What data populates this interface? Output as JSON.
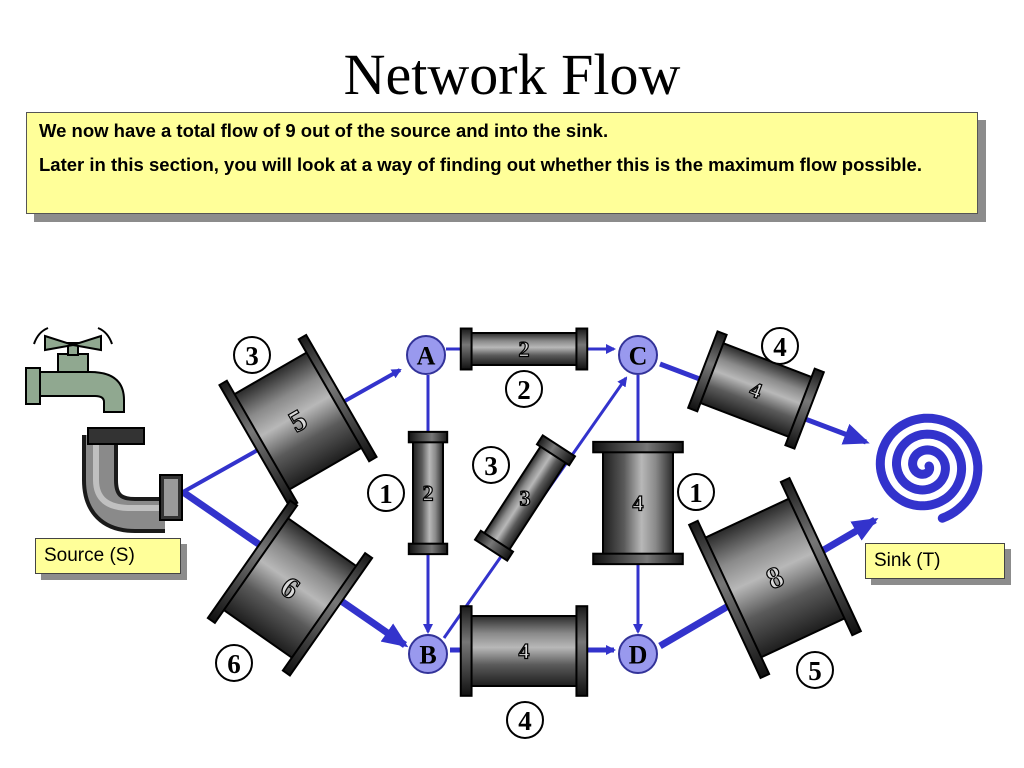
{
  "title": "Network Flow",
  "note": {
    "line1": "We now have a total flow of 9 out of the source and into the sink.",
    "line2": "Later in this section, you will look at a way of finding out whether this is the maximum flow possible."
  },
  "labels": {
    "source": "Source (S)",
    "sink": "Sink (T)"
  },
  "icons": {
    "source": "tap-icon",
    "sink": "spiral-drain-icon"
  },
  "colors": {
    "arrow": "#3333cc",
    "node_fill": "#9999ee",
    "note_bg": "#ffff99",
    "pipe": "#555555"
  },
  "nodes": [
    {
      "id": "A",
      "label": "A"
    },
    {
      "id": "B",
      "label": "B"
    },
    {
      "id": "C",
      "label": "C"
    },
    {
      "id": "D",
      "label": "D"
    }
  ],
  "edges": [
    {
      "from": "S",
      "to": "A",
      "capacity": "5",
      "flow": "3"
    },
    {
      "from": "S",
      "to": "B",
      "capacity": "6",
      "flow": "6"
    },
    {
      "from": "A",
      "to": "C",
      "capacity": "2",
      "flow": "2"
    },
    {
      "from": "A",
      "to": "B",
      "capacity": "2",
      "flow": "1"
    },
    {
      "from": "B",
      "to": "C",
      "capacity": "3",
      "flow": "3"
    },
    {
      "from": "C",
      "to": "D",
      "capacity": "4",
      "flow": "1"
    },
    {
      "from": "B",
      "to": "D",
      "capacity": "4",
      "flow": "4"
    },
    {
      "from": "C",
      "to": "T",
      "capacity": "4",
      "flow": "4"
    },
    {
      "from": "D",
      "to": "T",
      "capacity": "8",
      "flow": "5"
    }
  ]
}
